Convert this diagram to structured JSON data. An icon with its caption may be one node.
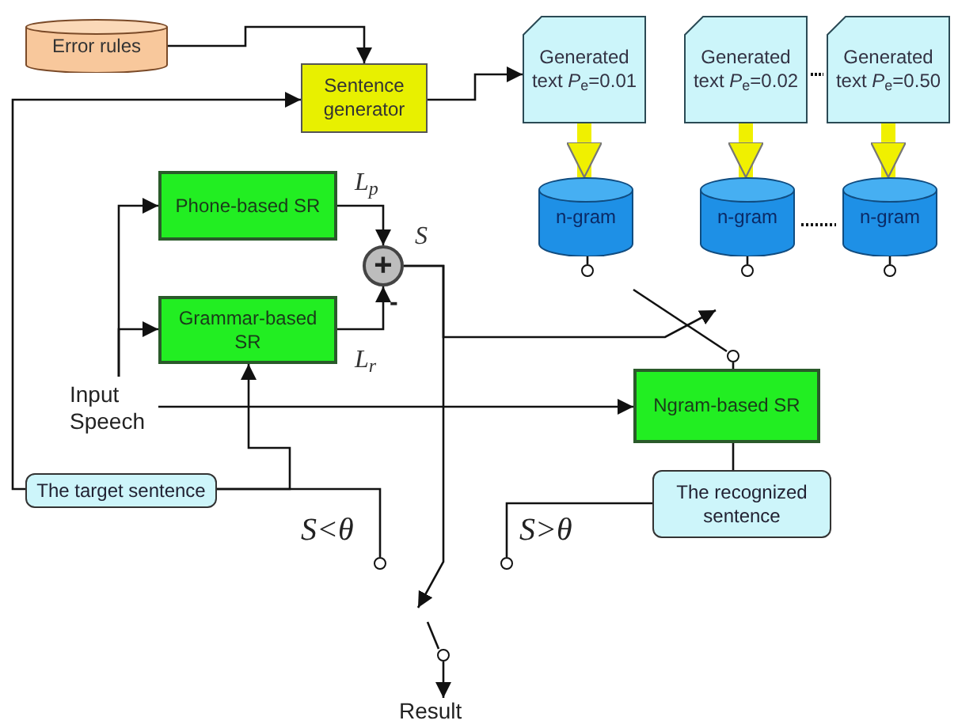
{
  "diagram": {
    "nodes": [
      {
        "text": [
          "Error rules"
        ]
      },
      {
        "text": [
          "Sentence generator"
        ]
      },
      {
        "text": [
          "Generated text *P*$_{e}$=0.01"
        ]
      },
      {
        "text": [
          "Generated text *P*$_{e}$=0.02"
        ]
      },
      {
        "text": [
          "Generated text *P*$_{e}$=0.50"
        ]
      },
      {
        "text": [
          "n-gram"
        ]
      },
      {
        "text": [
          "n-gram"
        ]
      },
      {
        "text": [
          "n-gram"
        ]
      },
      {
        "text": [
          "Phone-based SR"
        ]
      },
      {
        "text": [
          "Grammar-based SR"
        ]
      },
      {
        "text": [
          "+"
        ]
      },
      {
        "text": [
          "Input Speech"
        ]
      },
      {
        "text": [
          "Ngram-based SR"
        ]
      },
      {
        "text": [
          "The target sentence"
        ]
      },
      {
        "text": [
          "The recognized sentence"
        ]
      },
      {
        "text": [
          "Result"
        ]
      },
      {
        "text": [],
        "shape": "circle"
      },
      {
        "text": [],
        "shape": "circle"
      },
      {
        "text": [],
        "shape": "circle"
      },
      {
        "text": [],
        "shape": "circle"
      },
      {
        "text": [],
        "shape": "circle"
      },
      {
        "text": [],
        "shape": "circle"
      },
      {
        "text": [],
        "shape": "circle"
      }
    ],
    "edges": [
      {
        "from": 0,
        "to": 1,
        "arrow": "to"
      },
      {
        "from": 13,
        "to": 1,
        "arrow": "to"
      },
      {
        "from": 1,
        "to": 2,
        "arrow": "to"
      },
      {
        "from": 2,
        "to": 5,
        "arrow": "to",
        "style": "thick",
        "color": "#f0f000"
      },
      {
        "from": 3,
        "to": 6,
        "arrow": "to",
        "style": "thick",
        "color": "#f0f000"
      },
      {
        "from": 4,
        "to": 7,
        "arrow": "to",
        "style": "thick",
        "color": "#f0f000"
      },
      {
        "from": 8,
        "to": 10,
        "arrow": "to",
        "label": "L$_{p}$"
      },
      {
        "from": 9,
        "to": 10,
        "arrow": "to",
        "label": "L$_{r}$"
      },
      {
        "from": 11,
        "to": 8,
        "arrow": "to"
      },
      {
        "from": 11,
        "to": 9,
        "arrow": "to"
      },
      {
        "from": 11,
        "to": 12,
        "arrow": "to"
      },
      {
        "from": 13,
        "to": 9,
        "arrow": "to"
      },
      {
        "from": 10,
        "to": null,
        "arrow": "to",
        "label": "S"
      },
      {
        "from": 10,
        "to": null,
        "arrow": "to"
      },
      {
        "from": 12,
        "to": 14,
        "arrow": "none"
      },
      {
        "from": 14,
        "to": 18,
        "arrow": "none"
      },
      {
        "from": 13,
        "to": 17,
        "arrow": "none"
      },
      {
        "from": 19,
        "to": 15,
        "arrow": "to"
      },
      {
        "from": 16,
        "to": 12,
        "arrow": "none"
      },
      {
        "from": 16,
        "to": null,
        "arrow": "none"
      },
      {
        "from": 19,
        "to": null,
        "arrow": "none"
      },
      {
        "from": 5,
        "to": 20,
        "arrow": "none"
      },
      {
        "from": 6,
        "to": 21,
        "arrow": "none"
      },
      {
        "from": 7,
        "to": 22,
        "arrow": "none"
      }
    ],
    "labels": [
      "-",
      "S<θ",
      "S>θ"
    ]
  }
}
